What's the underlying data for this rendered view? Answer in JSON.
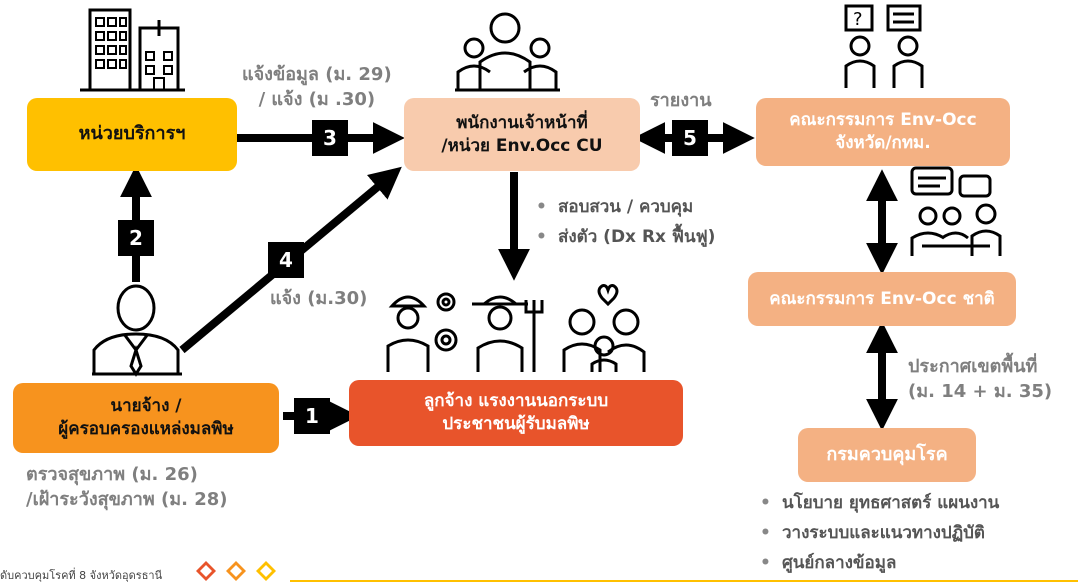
{
  "nodes": {
    "service_unit": "หน่วยบริการฯ",
    "officer_line1": "พนักงานเจ้าหน้าที่",
    "officer_line2": "/หน่วย Env.Occ CU",
    "prov_committee_line1": "คณะกรรมการ Env-Occ",
    "prov_committee_line2": "จังหวัด/กทม.",
    "national_committee": "คณะกรรมการ Env-Occ ชาติ",
    "ddc": "กรมควบคุมโรค",
    "employer_line1": "นายจ้าง /",
    "employer_line2": "ผู้ครอบครองแหล่งมลพิษ",
    "workers_line1": "ลูกจ้าง แรงงานนอกระบบ",
    "workers_line2": "ประชาชนผู้รับมลพิษ"
  },
  "steps": [
    "1",
    "2",
    "3",
    "4",
    "5"
  ],
  "labels": {
    "notify_line1": "แจ้งข้อมูล (ม. 29)",
    "notify_line2": "/ แจ้ง (ม .30)",
    "report": "รายงาน",
    "notify_30": "แจ้ง (ม.30)",
    "announce_line1": "ประกาศเขตพื้นที่",
    "announce_line2": "(ม. 14 + ม. 35)",
    "checkup_line1": "ตรวจสุขภาพ (ม. 26)",
    "checkup_line2": "/เฝ้าระวังสุขภาพ (ม. 28)"
  },
  "investigation_bullets": [
    "สอบสวน / ควบคุม",
    "ส่งตัว (Dx Rx ฟื้นฟู)"
  ],
  "ddc_bullets": [
    "นโยบาย ยุทธศาสตร์ แผนงาน",
    "วางระบบและแนวทางปฏิบัติ",
    "ศูนย์กลางข้อมูล"
  ],
  "footer": "ดับควบคุมโรคที่ 8 จังหวัดอุดรธานี",
  "colors": {
    "yellow": "#FFC000",
    "orange": "#F7931E",
    "peach": "#F8CBAD",
    "peach_dark": "#F4B183",
    "red": "#E8542B",
    "arrow": "#000000",
    "note_gray": "#7f7f7f"
  },
  "icons": [
    "hospital-building-icon",
    "family-group-icon",
    "meeting-question-icon",
    "conference-icon",
    "businessman-icon",
    "workers-icon",
    "family-heart-icon",
    "diamond-logo-icon"
  ]
}
